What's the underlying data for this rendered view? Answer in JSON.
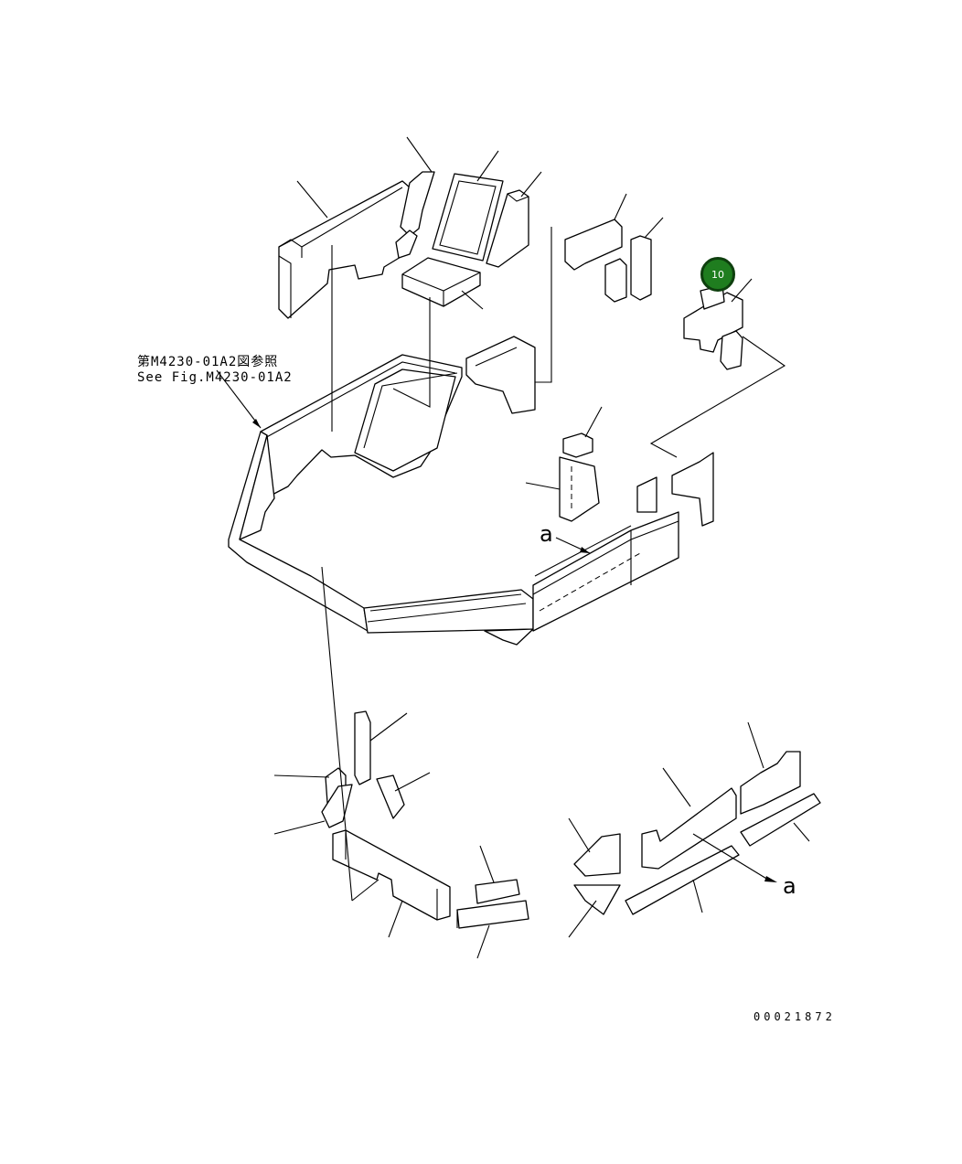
{
  "reference": {
    "line_jp": "第M4230-01A2図参照",
    "line_en": "See Fig.M4230-01A2"
  },
  "callout": {
    "number": "10",
    "color": "#1f7d1f"
  },
  "markers": {
    "a_upper": "a",
    "a_lower": "a"
  },
  "drawing_code": "00021872"
}
